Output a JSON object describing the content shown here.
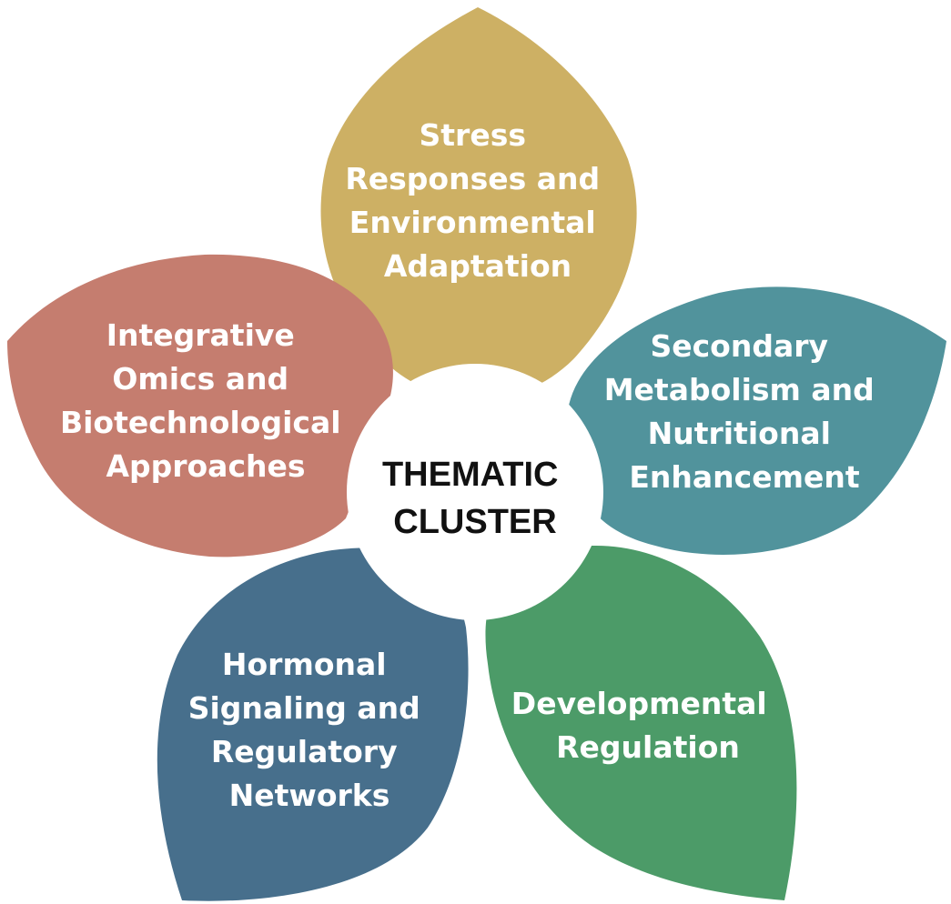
{
  "diagram": {
    "center": {
      "lines": [
        "THEMATIC",
        "CLUSTER"
      ]
    },
    "petals": [
      {
        "id": "stress",
        "color": "#CDB064",
        "lines": [
          "Stress",
          "Responses and",
          "Environmental",
          "Adaptation"
        ]
      },
      {
        "id": "secondary",
        "color": "#51939C",
        "lines": [
          "Secondary",
          "Metabolism and",
          "Nutritional",
          "Enhancement"
        ]
      },
      {
        "id": "developmental",
        "color": "#4C9B68",
        "lines": [
          "Developmental",
          "Regulation"
        ]
      },
      {
        "id": "hormonal",
        "color": "#476F8C",
        "lines": [
          "Hormonal",
          "Signaling and",
          "Regulatory",
          "Networks"
        ]
      },
      {
        "id": "omics",
        "color": "#C57D6F",
        "lines": [
          "Integrative",
          "Omics and",
          "Biotechnological",
          "Approaches"
        ]
      }
    ]
  }
}
